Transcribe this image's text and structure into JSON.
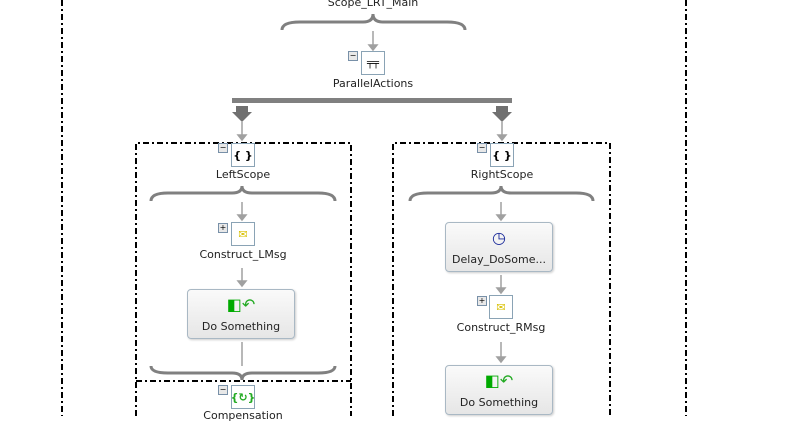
{
  "outer_scope": {
    "title": "Scope_LRT_Main"
  },
  "parallel": {
    "label": "ParallelActions"
  },
  "left_scope": {
    "label": "LeftScope",
    "construct": "Construct_LMsg",
    "action": "Do Something",
    "compensation": "Compensation"
  },
  "right_scope": {
    "label": "RightScope",
    "delay": "Delay_DoSome...",
    "construct": "Construct_RMsg",
    "action": "Do Something"
  },
  "toggles": {
    "minus": "−",
    "plus": "+"
  },
  "icon_text": {
    "scope": "{ }"
  }
}
